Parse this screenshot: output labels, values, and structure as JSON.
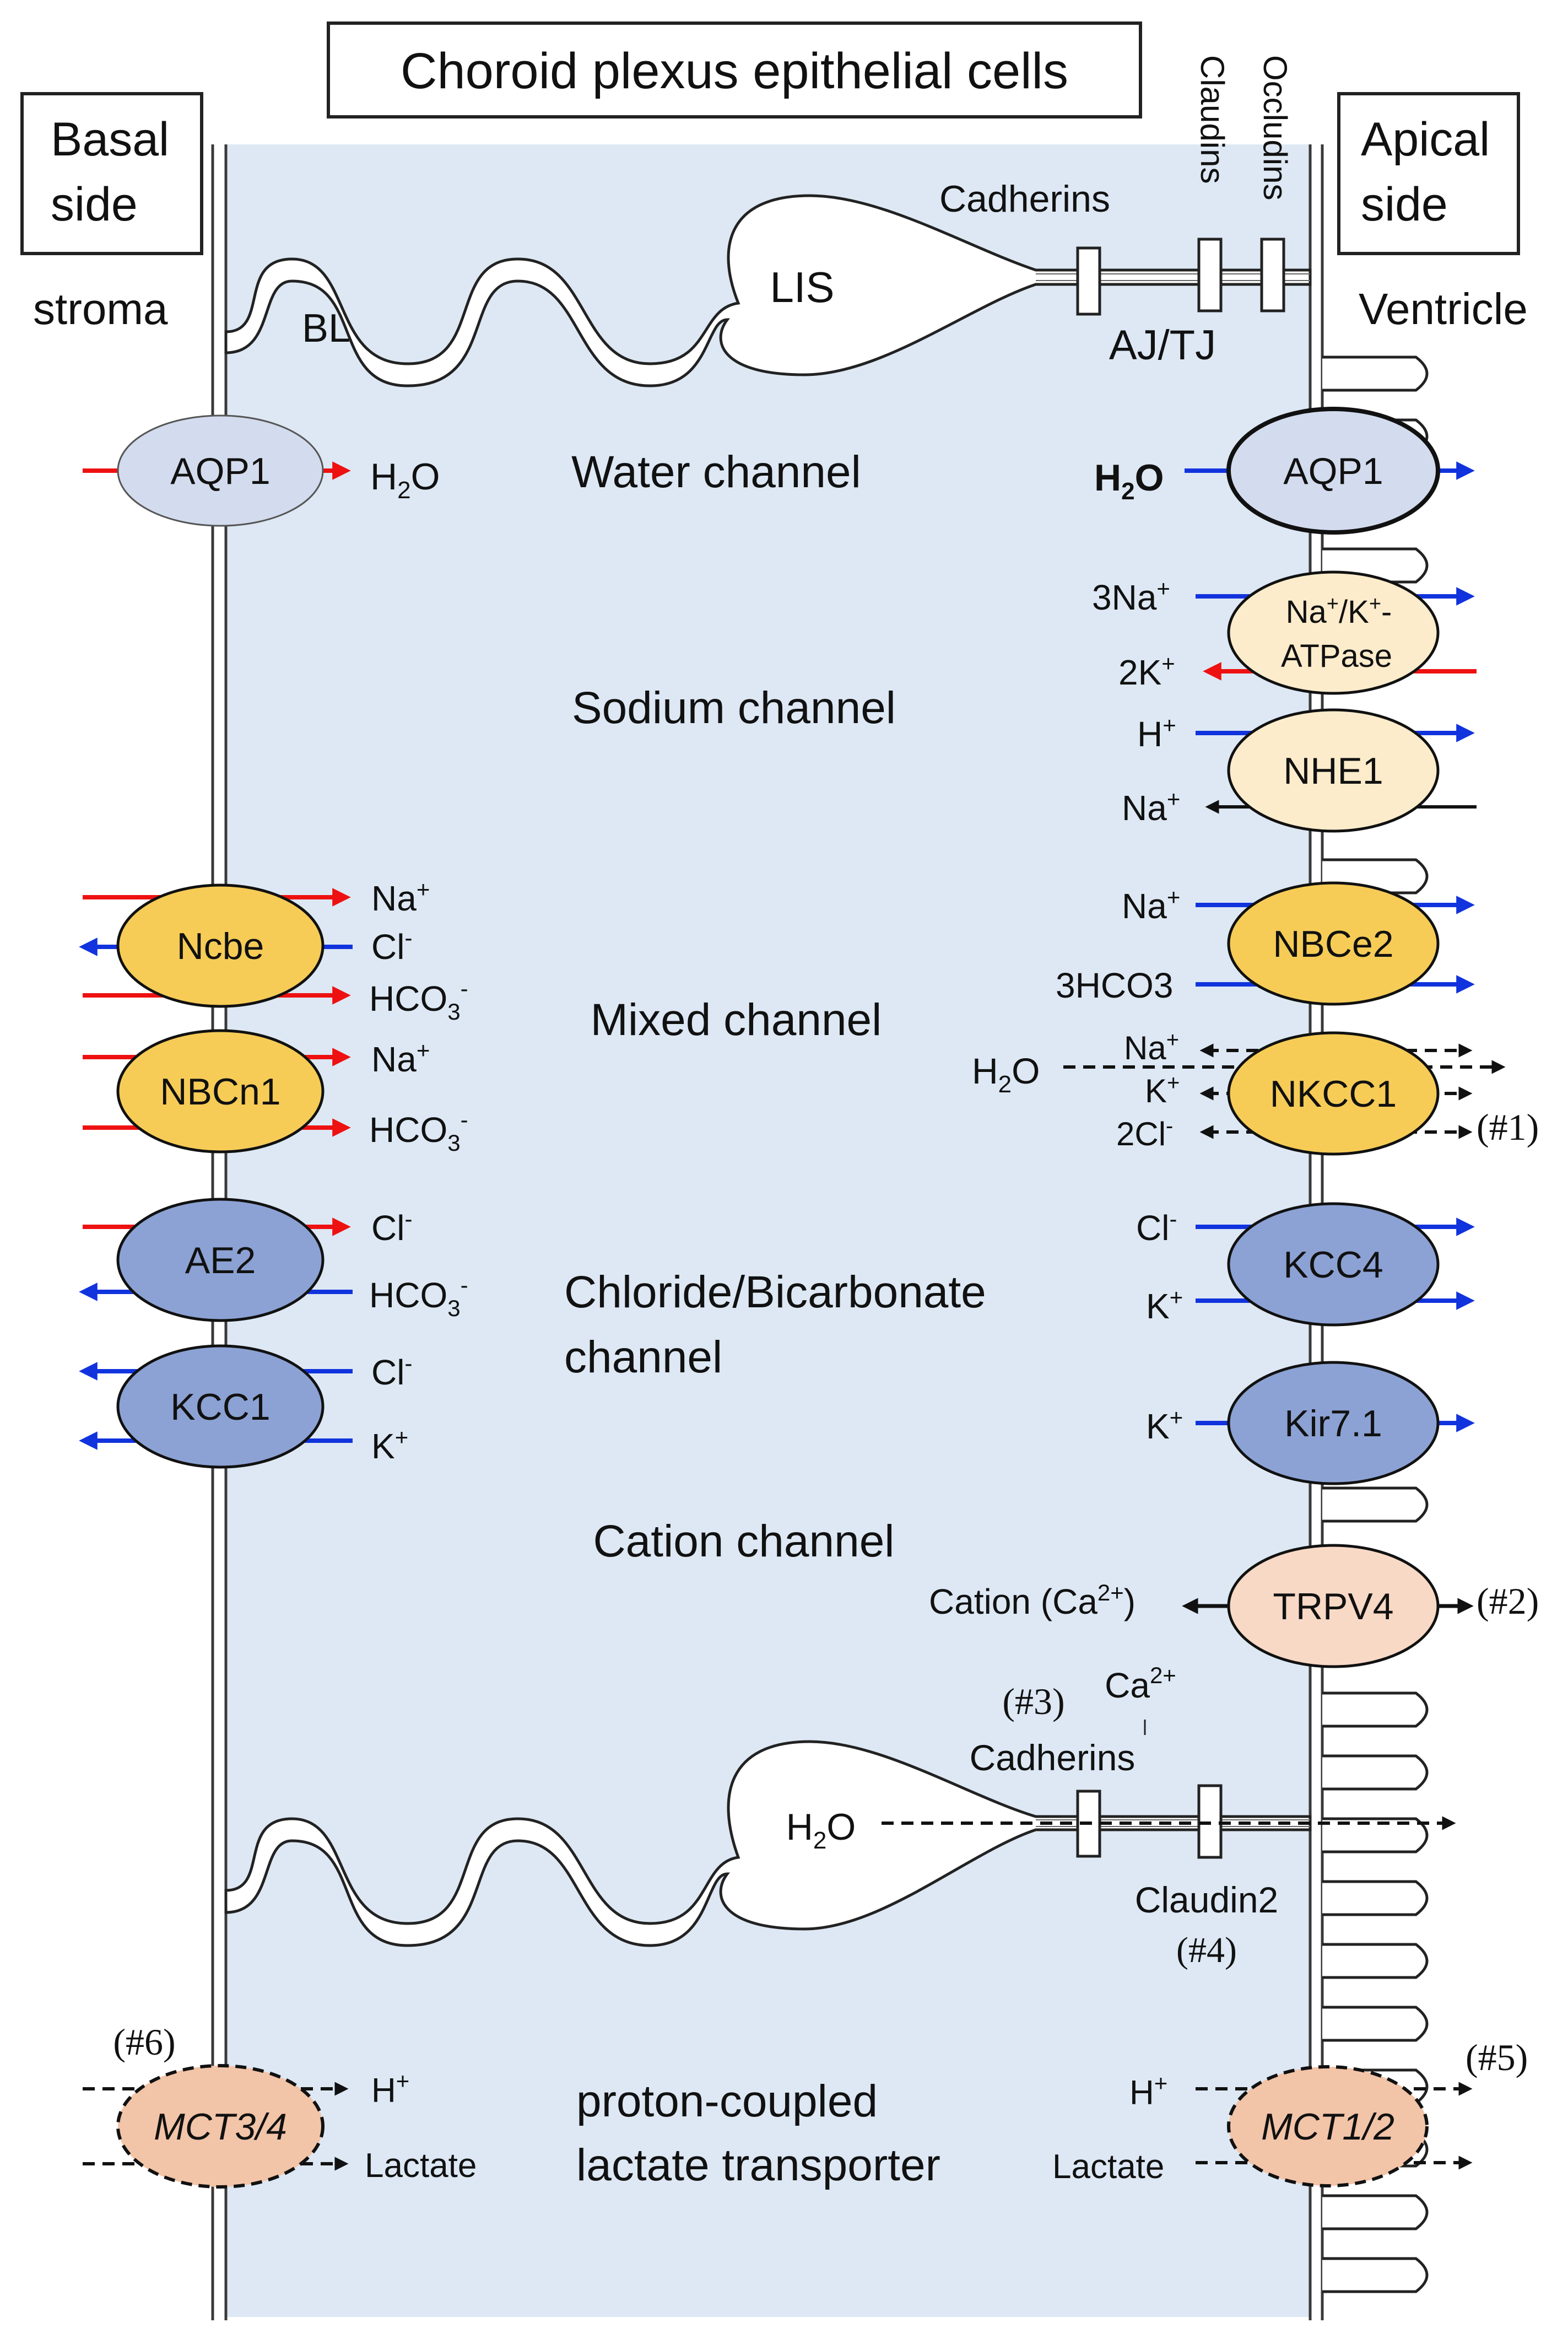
{
  "title": "Choroid plexus epithelial cells",
  "colors": {
    "cell": "#dde8f4",
    "red": "#ee1111",
    "blue": "#1133dd",
    "black": "#111111",
    "aqp": "#d3dcee",
    "atpase": "#fdeccb",
    "mixed": "#f6cc57",
    "chloride": "#8ca2d4",
    "trpv": "#f8d9c6",
    "mct": "#f2c4a8"
  },
  "sides": {
    "basal": [
      "Basal",
      "side"
    ],
    "apical": [
      "Apical",
      "side"
    ],
    "stroma": "stroma",
    "ventricle": "Ventricle"
  },
  "junction_top": {
    "cadherins": "Cadherins",
    "claudins": "Claudins",
    "occludins": "Occludins",
    "lis": "LIS",
    "bl": "BL",
    "ajtj": "AJ/TJ"
  },
  "junction_bottom": {
    "h2o": "H2O",
    "ca": "Ca2+",
    "note3": "(#3)",
    "cadherins": "Cadherins",
    "claudin2": "Claudin2",
    "note4": "(#4)"
  },
  "channel_labels": {
    "water": "Water channel",
    "sodium": "Sodium channel",
    "mixed": "Mixed channel",
    "chloride": [
      "Chloride/Bicarbonate",
      "channel"
    ],
    "cation": "Cation channel",
    "lactate": [
      "proton-coupled",
      "lactate transporter"
    ]
  },
  "basal_transporters": [
    {
      "name": "AQP1",
      "color": "aqp",
      "ions": [
        {
          "text": "H2O",
          "dir": "in",
          "color": "red"
        }
      ]
    },
    {
      "name": "Ncbe",
      "color": "mixed",
      "ions": [
        {
          "text": "Na+",
          "dir": "in",
          "color": "red"
        },
        {
          "text": "Cl-",
          "dir": "out",
          "color": "blue"
        },
        {
          "text": "HCO3-",
          "dir": "in",
          "color": "red"
        }
      ]
    },
    {
      "name": "NBCn1",
      "color": "mixed",
      "ions": [
        {
          "text": "Na+",
          "dir": "in",
          "color": "red"
        },
        {
          "text": "HCO3-",
          "dir": "in",
          "color": "red"
        }
      ]
    },
    {
      "name": "AE2",
      "color": "chloride",
      "ions": [
        {
          "text": "Cl-",
          "dir": "in",
          "color": "red"
        },
        {
          "text": "HCO3-",
          "dir": "out",
          "color": "blue"
        }
      ]
    },
    {
      "name": "KCC1",
      "color": "chloride",
      "ions": [
        {
          "text": "Cl-",
          "dir": "out",
          "color": "blue"
        },
        {
          "text": "K+",
          "dir": "out",
          "color": "blue"
        }
      ]
    },
    {
      "name": "MCT3/4",
      "color": "mct",
      "note": "(#6)",
      "ions": [
        {
          "text": "H+",
          "dir": "in",
          "color": "black"
        },
        {
          "text": "Lactate",
          "dir": "in",
          "color": "black"
        }
      ]
    }
  ],
  "apical_transporters": [
    {
      "name": "AQP1",
      "color": "aqp",
      "ions": [
        {
          "text": "H2O",
          "dir": "out",
          "color": "blue"
        }
      ]
    },
    {
      "name": "Na+/K+-ATPase",
      "color": "atpase",
      "ions": [
        {
          "text": "3Na+",
          "dir": "out",
          "color": "blue"
        },
        {
          "text": "2K+",
          "dir": "in",
          "color": "red"
        }
      ]
    },
    {
      "name": "NHE1",
      "color": "atpase",
      "ions": [
        {
          "text": "H+",
          "dir": "out",
          "color": "blue"
        },
        {
          "text": "Na+",
          "dir": "in",
          "color": "black"
        }
      ]
    },
    {
      "name": "NBCe2",
      "color": "mixed",
      "ions": [
        {
          "text": "Na+",
          "dir": "out",
          "color": "blue"
        },
        {
          "text": "3HCO3",
          "dir": "out",
          "color": "blue"
        }
      ]
    },
    {
      "name": "NKCC1",
      "color": "mixed",
      "note": "(#1)",
      "ions": [
        {
          "text": "Na+",
          "dir": "both",
          "color": "black"
        },
        {
          "text": "H2O",
          "dir": "out",
          "color": "black"
        },
        {
          "text": "K+",
          "dir": "both",
          "color": "black"
        },
        {
          "text": "2Cl-",
          "dir": "both",
          "color": "black"
        }
      ]
    },
    {
      "name": "KCC4",
      "color": "chloride",
      "ions": [
        {
          "text": "Cl-",
          "dir": "out",
          "color": "blue"
        },
        {
          "text": "K+",
          "dir": "out",
          "color": "blue"
        }
      ]
    },
    {
      "name": "Kir7.1",
      "color": "chloride",
      "ions": [
        {
          "text": "K+",
          "dir": "out",
          "color": "blue"
        }
      ]
    },
    {
      "name": "TRPV4",
      "color": "trpv",
      "note": "(#2)",
      "ions": [
        {
          "text": "Cation (Ca2+)",
          "dir": "both",
          "color": "black"
        }
      ]
    },
    {
      "name": "MCT1/2",
      "color": "mct",
      "note": "(#5)",
      "ions": [
        {
          "text": "H+",
          "dir": "out",
          "color": "black"
        },
        {
          "text": "Lactate",
          "dir": "out",
          "color": "black"
        }
      ]
    }
  ]
}
